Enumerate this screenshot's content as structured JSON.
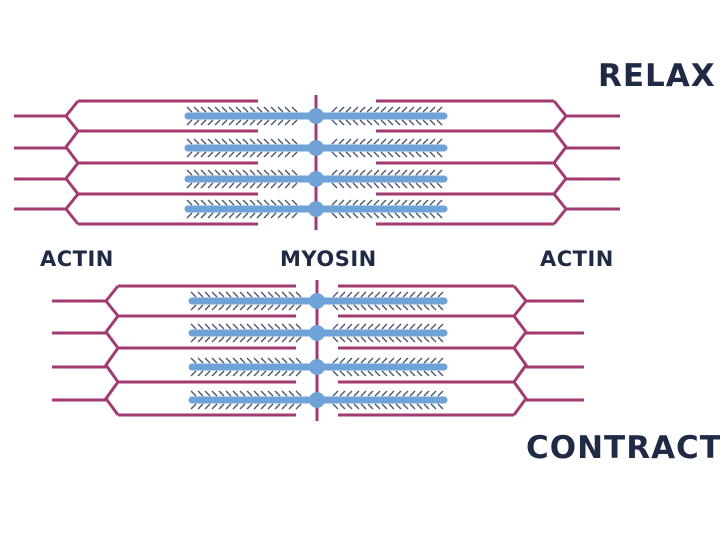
{
  "labels": {
    "relax": "RELAX",
    "contract": "CONTRACT",
    "actin_left": "ACTIN",
    "myosin": "MYOSIN",
    "actin_right": "ACTIN"
  },
  "colors": {
    "actin": "#a23b72",
    "myosin": "#6fa3d8",
    "head": "#4a5a6e",
    "text": "#1f2a44",
    "background": "#ffffff"
  }
}
